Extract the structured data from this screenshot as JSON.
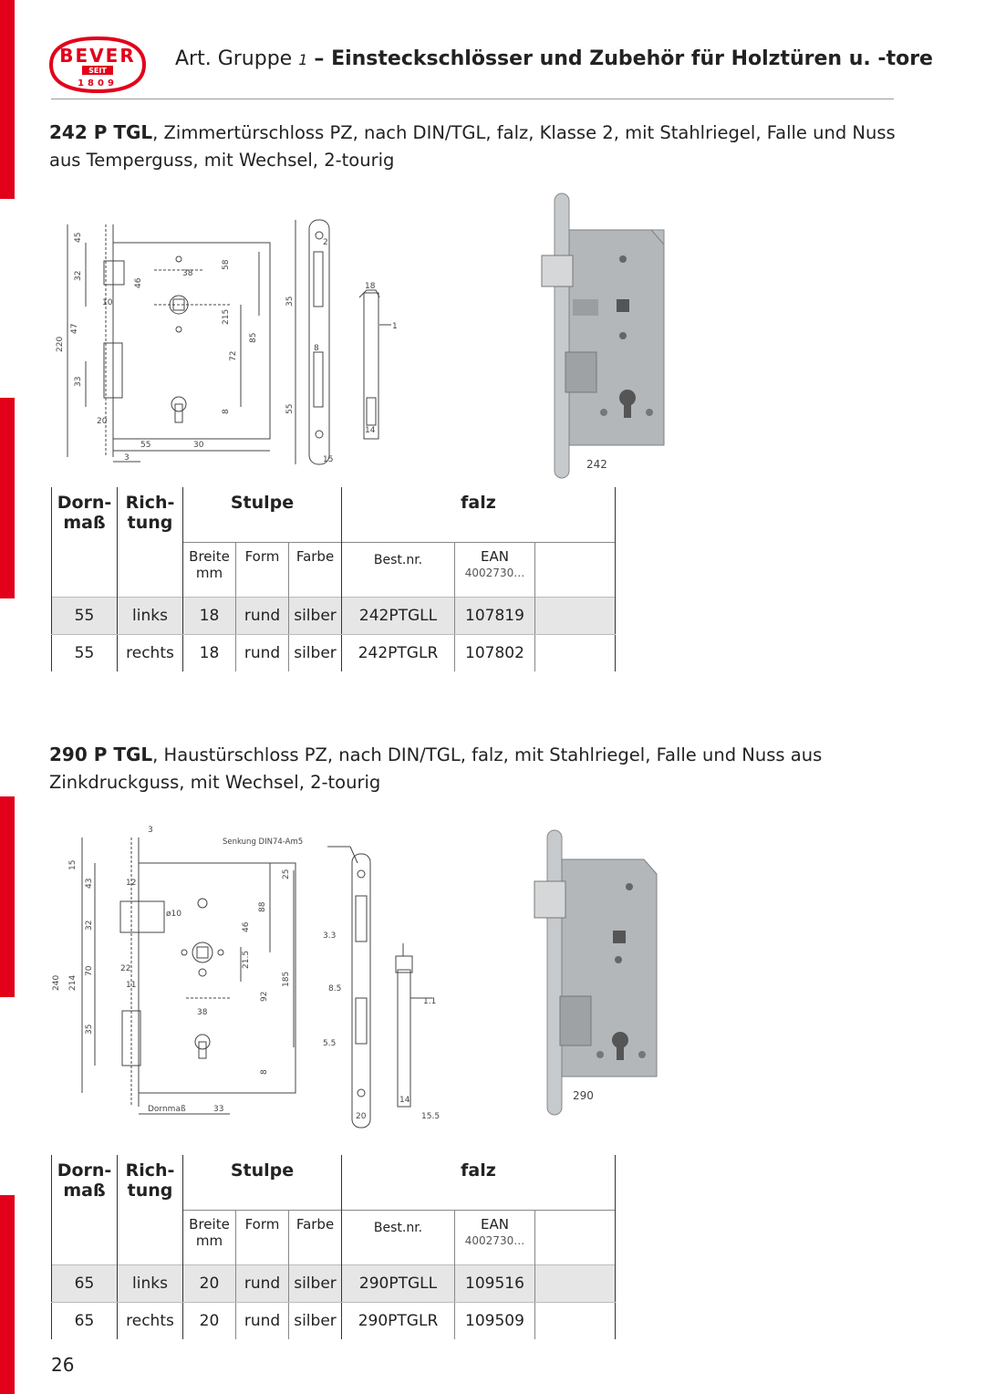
{
  "header": {
    "group_prefix": "Art. Gruppe",
    "group_number": "1",
    "title": "– Einsteckschlösser und Zubehör für Holztüren u. -tore"
  },
  "logo": {
    "brand": "BEVER",
    "since_label": "SEIT",
    "year": "1809"
  },
  "colors": {
    "accent_red": "#e2001a",
    "shade": "#e6e6e6"
  },
  "products": [
    {
      "code": "242 P TGL",
      "description": ", Zimmertürschloss PZ, nach DIN/TGL, falz, Klasse 2, mit Stahlriegel, Falle und Nuss aus Temperguss, mit Wechsel, 2-tourig",
      "image_label": "242",
      "drawing_dims": [
        "45",
        "32",
        "38",
        "46",
        "58",
        "215",
        "72",
        "85",
        "10",
        "220",
        "47",
        "33",
        "20",
        "8",
        "55",
        "30",
        "3",
        "2",
        "18",
        "1",
        "35",
        "8",
        "14",
        "55",
        "15"
      ],
      "table": {
        "h_dornmass": "Dorn- maß",
        "h_richtung": "Rich- tung",
        "h_stulpe": "Stulpe",
        "h_falz": "falz",
        "h_breite": "Breite",
        "h_breite_unit": "mm",
        "h_form": "Form",
        "h_farbe": "Farbe",
        "h_bestnr": "Best.nr.",
        "h_ean": "EAN",
        "h_ean_prefix": "4002730…",
        "rows": [
          {
            "dorn": "55",
            "richtung": "links",
            "breite": "18",
            "form": "rund",
            "farbe": "silber",
            "bestnr": "242PTGLL",
            "ean": "107819"
          },
          {
            "dorn": "55",
            "richtung": "rechts",
            "breite": "18",
            "form": "rund",
            "farbe": "silber",
            "bestnr": "242PTGLR",
            "ean": "107802"
          }
        ]
      }
    },
    {
      "code": "290 P TGL",
      "description": ", Haustürschloss PZ, nach DIN/TGL, falz, mit Stahlriegel, Falle und Nuss aus Zinkdruckguss, mit Wechsel, 2-tourig",
      "image_label": "290",
      "drawing_note": "Senkung DIN74-Am5",
      "drawing_dims": [
        "3",
        "15",
        "43",
        "12",
        "ø10",
        "88",
        "32",
        "46",
        "21.5",
        "240",
        "214",
        "70",
        "22",
        "11",
        "185",
        "92",
        "35",
        "38",
        "8",
        "Dornmaß",
        "33",
        "25",
        "3.3",
        "8.5",
        "5.5",
        "1.1",
        "14",
        "20",
        "15.5"
      ],
      "table": {
        "h_dornmass": "Dorn- maß",
        "h_richtung": "Rich- tung",
        "h_stulpe": "Stulpe",
        "h_falz": "falz",
        "h_breite": "Breite",
        "h_breite_unit": "mm",
        "h_form": "Form",
        "h_farbe": "Farbe",
        "h_bestnr": "Best.nr.",
        "h_ean": "EAN",
        "h_ean_prefix": "4002730…",
        "rows": [
          {
            "dorn": "65",
            "richtung": "links",
            "breite": "20",
            "form": "rund",
            "farbe": "silber",
            "bestnr": "290PTGLL",
            "ean": "109516"
          },
          {
            "dorn": "65",
            "richtung": "rechts",
            "breite": "20",
            "form": "rund",
            "farbe": "silber",
            "bestnr": "290PTGLR",
            "ean": "109509"
          }
        ]
      }
    }
  ],
  "page_number": "26"
}
